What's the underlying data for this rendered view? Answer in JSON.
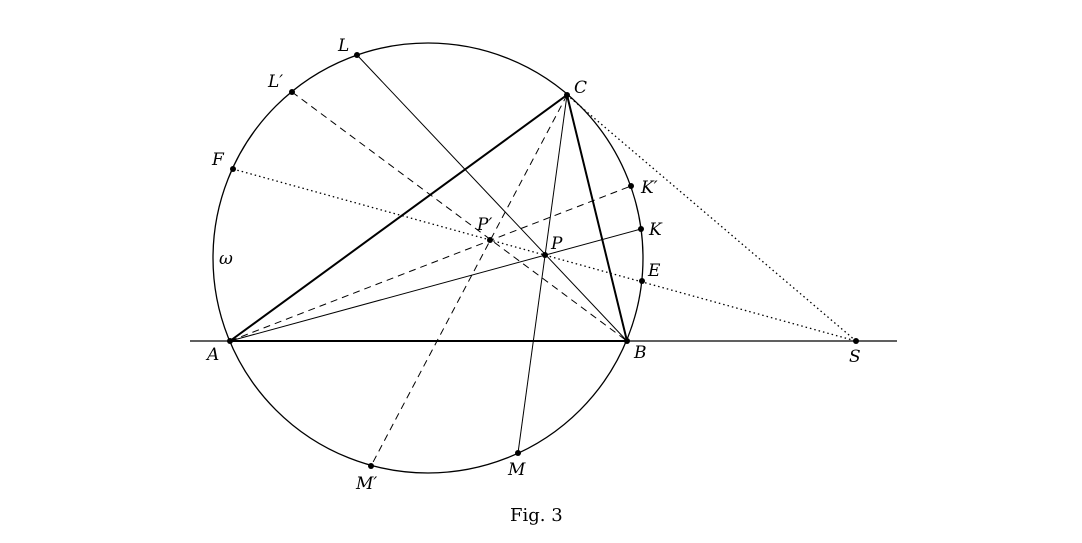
{
  "figure": {
    "caption": "Fig. 3",
    "circle_label": "ω",
    "points": {
      "A": "A",
      "B": "B",
      "C": "C",
      "L": "L",
      "L_prime": "L′",
      "F": "F",
      "K_prime": "K′",
      "K": "K",
      "E": "E",
      "M_prime": "M′",
      "M": "M",
      "P": "P",
      "P_prime": "P′",
      "S": "S"
    }
  }
}
